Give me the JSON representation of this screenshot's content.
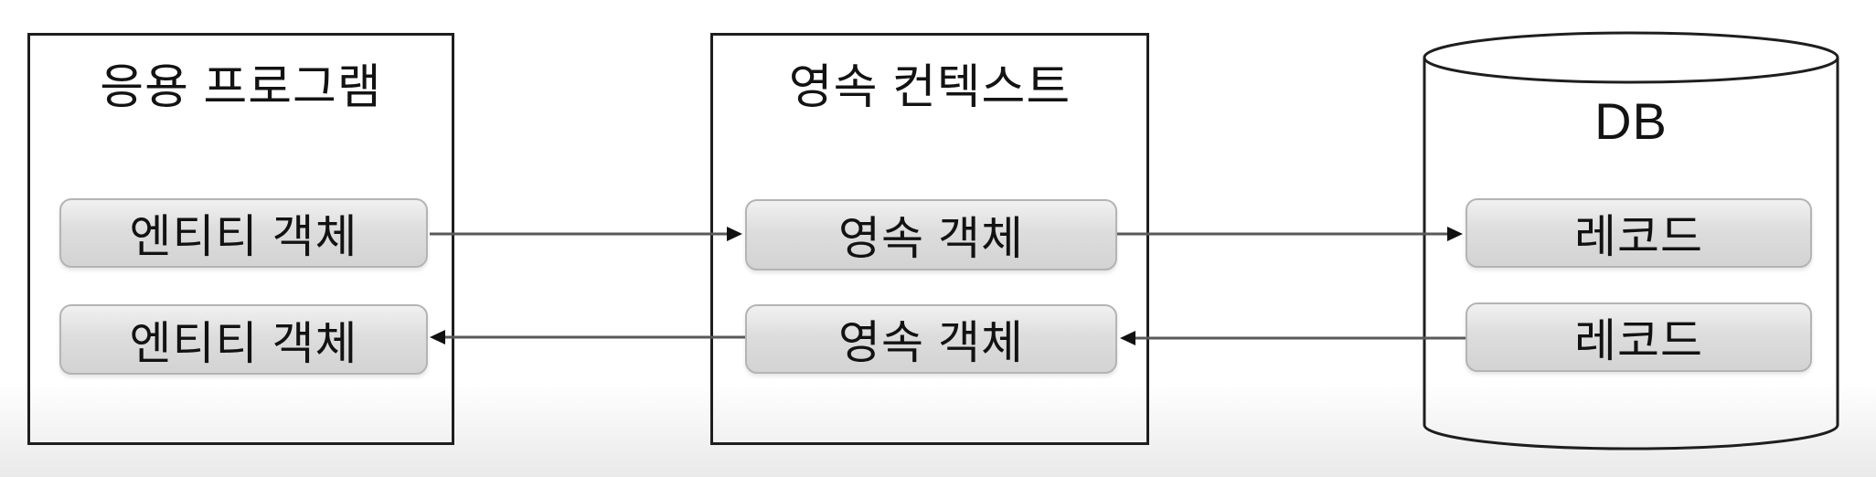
{
  "diagram": {
    "panels": [
      {
        "id": "application",
        "title": "응용 프로그램",
        "shape": "rectangle",
        "nodes": [
          "엔티티 객체",
          "엔티티 객체"
        ]
      },
      {
        "id": "persistence-context",
        "title": "영속 컨텍스트",
        "shape": "rectangle",
        "nodes": [
          "영속 객체",
          "영속 객체"
        ]
      },
      {
        "id": "database",
        "title": "DB",
        "shape": "cylinder",
        "nodes": [
          "레코드",
          "레코드"
        ]
      }
    ],
    "arrows": [
      {
        "from": "entity-object-1",
        "to": "persistent-object-1",
        "direction": "right",
        "row": "top"
      },
      {
        "from": "persistent-object-1",
        "to": "record-1",
        "direction": "right",
        "row": "top"
      },
      {
        "from": "record-2",
        "to": "persistent-object-2",
        "direction": "left",
        "row": "bottom"
      },
      {
        "from": "persistent-object-2",
        "to": "entity-object-2",
        "direction": "left",
        "row": "bottom"
      }
    ],
    "colors": {
      "panel_border": "#1e1e1e",
      "node_fill_top": "#f1f1f1",
      "node_fill_bottom": "#d3d3d3",
      "node_border": "#b4b4b4",
      "node_text": "#121212",
      "arrow_line": "#595959",
      "arrow_head": "#111111",
      "background_fade": "#e9e9e9"
    }
  }
}
